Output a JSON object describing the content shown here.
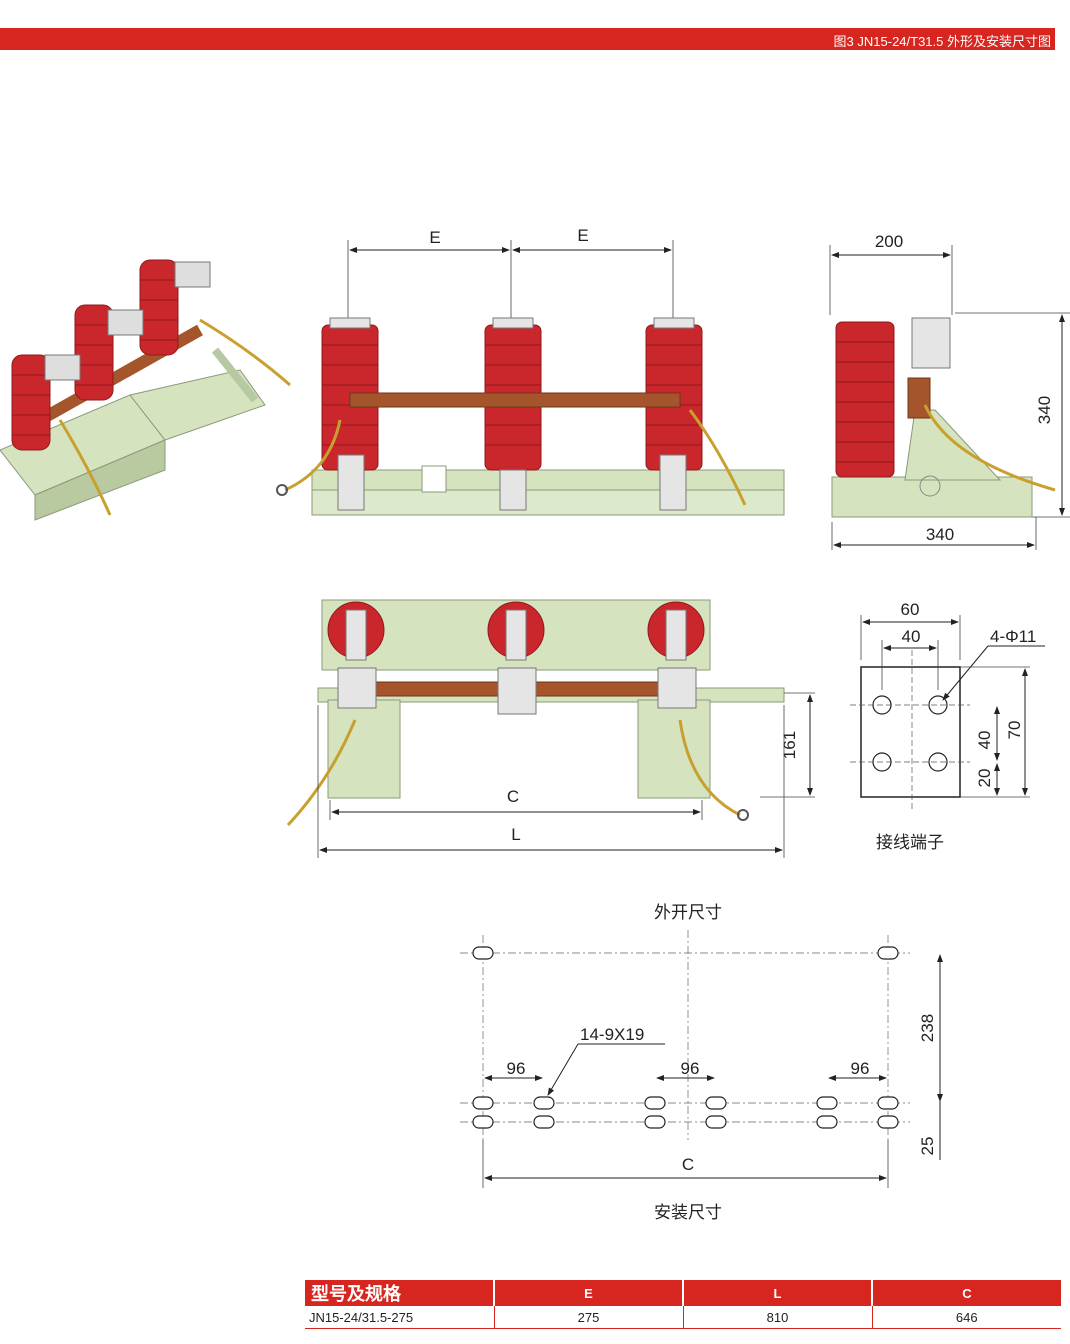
{
  "header": {
    "title": "图3 JN15-24/T31.5  外形及安装尺寸图"
  },
  "front_view": {
    "dim_e_left": "E",
    "dim_e_right": "E"
  },
  "side_view": {
    "dim_width": "200",
    "dim_height": "340",
    "dim_base": "340"
  },
  "top_view": {
    "dim_161": "161",
    "dim_c": "C",
    "dim_l": "L"
  },
  "terminal": {
    "dim_60": "60",
    "dim_40_top": "40",
    "hole_label": "4-Φ11",
    "dim_40_side": "40",
    "dim_70": "70",
    "dim_20": "20",
    "caption": "接线端子"
  },
  "mounting": {
    "caption_outer": "外开尺寸",
    "slot_label": "14-9X19",
    "dim_96_a": "96",
    "dim_96_b": "96",
    "dim_96_c": "96",
    "dim_238": "238",
    "dim_25": "25",
    "dim_c": "C",
    "caption_install": "安装尺寸"
  },
  "spec_table": {
    "headers": [
      "型号及规格",
      "E",
      "L",
      "C"
    ],
    "row": [
      "JN15-24/31.5-275",
      "275",
      "810",
      "646"
    ]
  },
  "colors": {
    "accent": "#d7261f",
    "insulator": "#c9272c",
    "frame": "#d5e3bf",
    "bar": "#a4552c",
    "wire": "#c9a030"
  }
}
